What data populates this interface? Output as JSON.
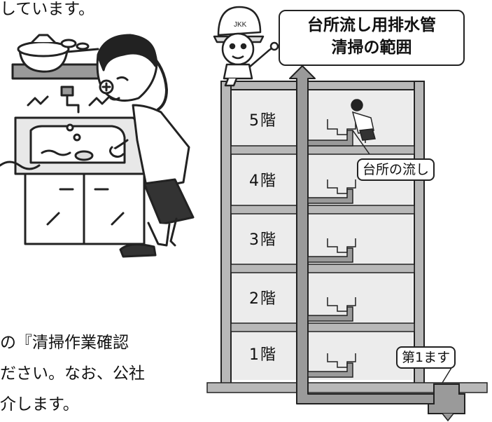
{
  "body_text": {
    "top_fragment": "しています。",
    "line1": "の『清掃作業確認",
    "line2": "ださい。なお、公社",
    "line3": "介します。"
  },
  "callout": {
    "line1": "台所流し用排水管",
    "line2": "清掃の範囲"
  },
  "floors": [
    {
      "label": "5階"
    },
    {
      "label": "4階"
    },
    {
      "label": "3階"
    },
    {
      "label": "2階"
    },
    {
      "label": "1階"
    }
  ],
  "labels": {
    "kitchen_sink": "台所の流し",
    "first_basin": "第1ます"
  },
  "helmet_mark": "JKK",
  "colors": {
    "wall_gray": "#b8b8b8",
    "pipe_gray": "#9a9a9a",
    "room_shade": "#e6e6e6",
    "ink": "#222222"
  },
  "icons": {
    "mascot": "helmet-mascot-icon",
    "woman": "woman-at-sink-icon",
    "arrow": "up-arrow-icon"
  }
}
